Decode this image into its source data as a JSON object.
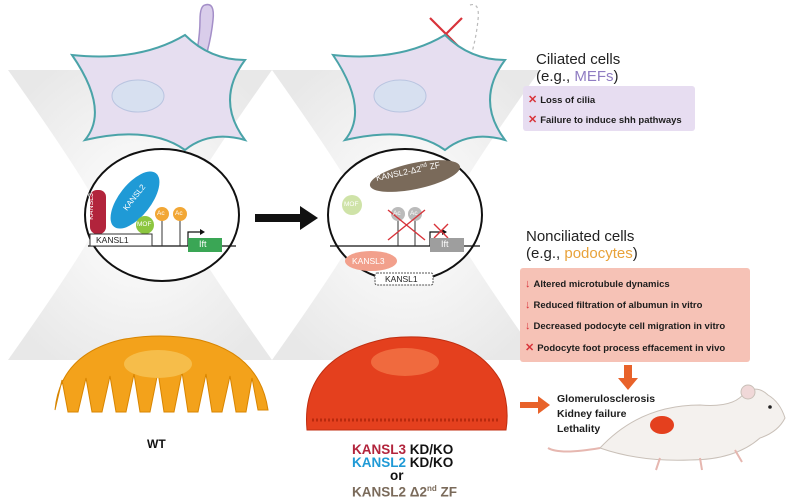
{
  "ciliated": {
    "title_line1": "Ciliated cells",
    "title_prefix": "(e.g., ",
    "title_example": "MEFs",
    "title_suffix": ")",
    "items": [
      {
        "mark": "✕",
        "text": "Loss of cilia"
      },
      {
        "mark": "✕",
        "text": "Failure to induce shh pathways"
      }
    ]
  },
  "nonciliated": {
    "title_line1": "Nonciliated cells",
    "title_prefix": "(e.g., ",
    "title_example": "podocytes",
    "title_suffix": ")",
    "items": [
      {
        "mark": "↓",
        "text": "Altered microtubule dynamics"
      },
      {
        "mark": "↓",
        "text": "Reduced filtration of albumun in vitro"
      },
      {
        "mark": "↓",
        "text": "Decreased podocyte cell migration in vitro"
      },
      {
        "mark": "✕",
        "text": "Podocyte foot process effacement in vivo"
      }
    ]
  },
  "outcomes": [
    "Glomerulosclerosis",
    "Kidney failure",
    "Lethality"
  ],
  "wt_label": "WT",
  "left_complex": {
    "kansl3": "KANSL3",
    "kansl2": "KANSL2",
    "mof": "MOF",
    "ac1": "Ac",
    "ac2": "Ac",
    "kansl1": "KANSL1",
    "gene": "Ift"
  },
  "right_complex": {
    "kansl2_mut": "KANSL2-Δ2",
    "kansl2_mut_sup": "nd",
    "kansl2_mut_suffix": " ZF",
    "mof": "MOF",
    "ac1": "Ac",
    "ac2": "Ac",
    "kansl3": "KANSL3",
    "kansl1": "KANSL1",
    "gene": "Ift"
  },
  "legend": {
    "line1_gene": "KANSL3",
    "line1_suffix": " KD/KO",
    "line2_gene": "KANSL2",
    "line2_suffix": " KD/KO",
    "line3": "or",
    "line4_gene": "KANSL2 Δ2",
    "line4_sup": "nd",
    "line4_suffix": " ZF"
  },
  "colors": {
    "kansl3": "#b2243c",
    "kansl2": "#1f9ad6",
    "mof": "#8cc63f",
    "ac": "#f2a735",
    "gene": "#3aa655",
    "mutant": "#7a6a5a",
    "cell_fill": "#e6def0",
    "cell_stroke": "#4aa3a8",
    "podocyte_wt": "#f3a21b",
    "podocyte_mut": "#e4401e",
    "purple_box": "#e7ddf1",
    "salmon_box": "#f6c2b6",
    "arrow_orange": "#e8622a"
  }
}
